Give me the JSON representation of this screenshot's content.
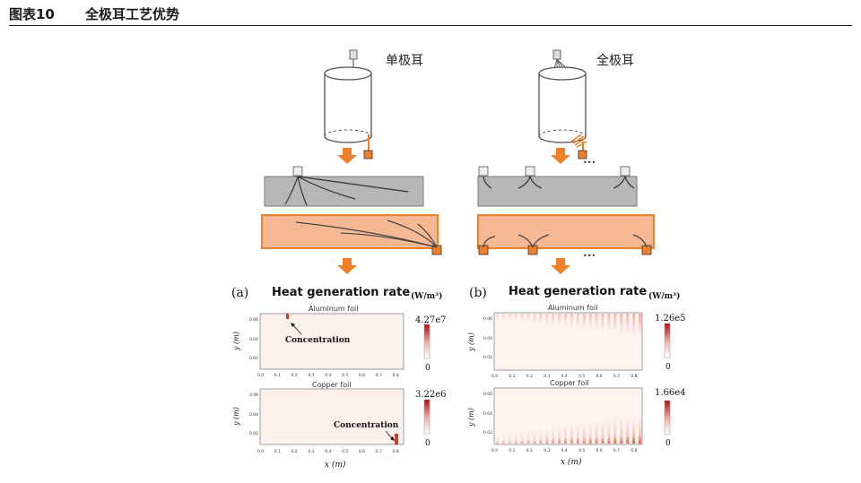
{
  "header": {
    "figure_label": "图表10",
    "figure_title": "全极耳工艺优势"
  },
  "diagram": {
    "single_tab_label": "单极耳",
    "full_tab_label": "全极耳",
    "ellipsis": "•••"
  },
  "panels": {
    "a": {
      "letter": "(a)",
      "title": "Heat generation rate",
      "unit": "(W/m³)"
    },
    "b": {
      "letter": "(b)",
      "title": "Heat generation rate",
      "unit": "(W/m³)"
    }
  },
  "subplots": {
    "aluminum_label": "Aluminum foil",
    "copper_label": "Copper foil",
    "concentration": "Concentration",
    "y_axis_label": "y (m)",
    "x_axis_label": "x (m)",
    "y_ticks": [
      "0.06",
      "0.04",
      "0.02"
    ],
    "x_ticks": [
      "0.0",
      "0.1",
      "0.2",
      "0.3",
      "0.4",
      "0.5",
      "0.6",
      "0.7",
      "0.8"
    ]
  },
  "colorbars": {
    "a_aluminum_max": "4.27e7",
    "a_copper_max": "3.22e6",
    "b_aluminum_max": "1.26e5",
    "b_copper_max": "1.66e4",
    "min": "0"
  },
  "colors": {
    "orange": "#f07f2a",
    "light_orange": "#f7b894",
    "gray": "#b7b7b7",
    "heat": "#d22020"
  }
}
